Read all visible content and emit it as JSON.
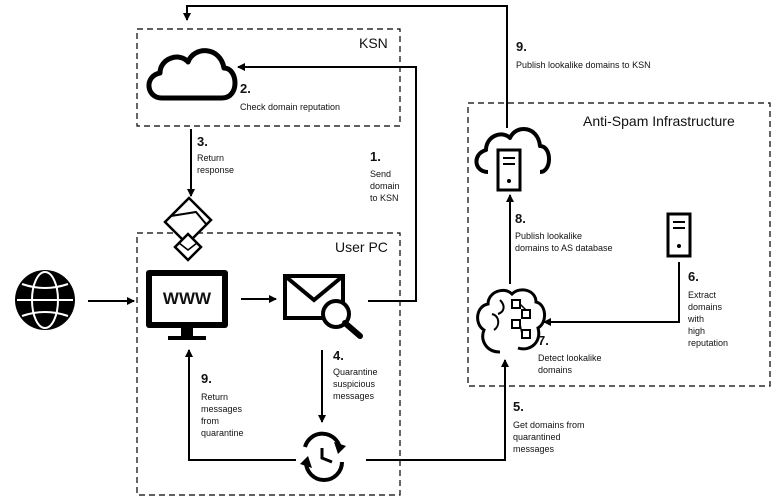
{
  "boxes": {
    "ksn": "KSN",
    "user_pc": "User PC",
    "anti_spam": "Anti-Spam Infrastructure"
  },
  "steps": {
    "s1": {
      "num": "1.",
      "text": [
        "Send",
        "domain",
        "to KSN"
      ]
    },
    "s2": {
      "num": "2.",
      "text": [
        "Check domain reputation"
      ]
    },
    "s3": {
      "num": "3.",
      "text": [
        "Return",
        "response"
      ]
    },
    "s4": {
      "num": "4.",
      "text": [
        "Quarantine",
        "suspicious",
        "messages"
      ]
    },
    "s5": {
      "num": "5.",
      "text": [
        "Get domains from",
        "quarantined",
        "messages"
      ]
    },
    "s6": {
      "num": "6.",
      "text": [
        "Extract",
        "domains",
        "with",
        "high",
        "reputation"
      ]
    },
    "s7": {
      "num": "7.",
      "text": [
        "Detect lookalike",
        "domains"
      ]
    },
    "s8": {
      "num": "8.",
      "text": [
        "Publish lookalike",
        "domains to AS database"
      ]
    },
    "s9a": {
      "num": "9.",
      "text": [
        "Publish lookalike domains to KSN"
      ]
    },
    "s9b": {
      "num": "9.",
      "text": [
        "Return",
        "messages",
        "from",
        "quarantine"
      ]
    }
  },
  "icons": {
    "www": "WWW",
    "globe": "globe-icon",
    "cloud": "cloud-icon",
    "mail_search": "mail-search-icon",
    "quarantine": "quarantine-clock-icon",
    "server": "server-icon",
    "cloud_server": "cloud-server-icon",
    "brain": "brain-circuit-icon",
    "envelope": "envelope-icon"
  }
}
